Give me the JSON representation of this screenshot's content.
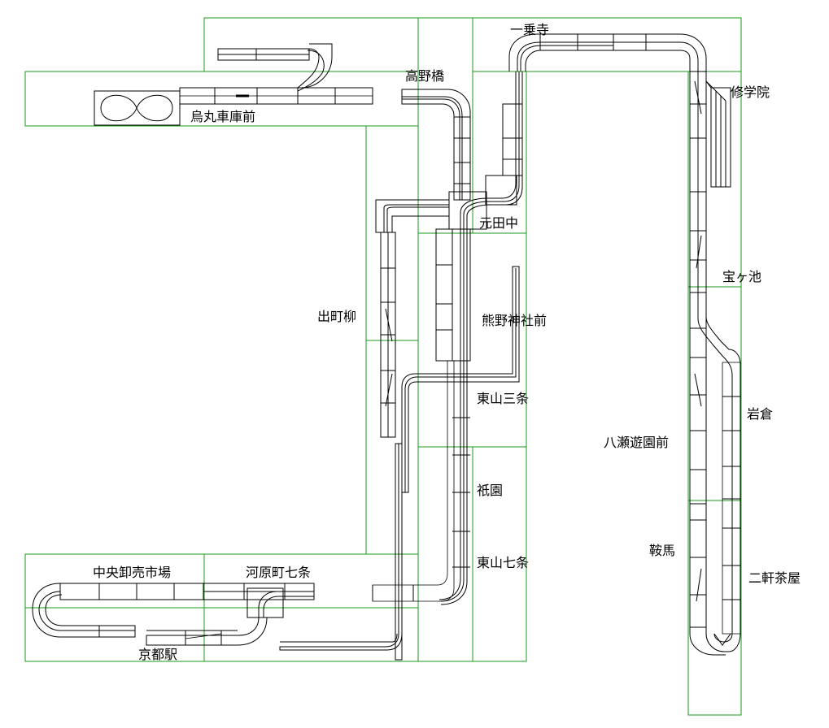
{
  "stations": {
    "karasuma_depot": "烏丸車庫前",
    "takano_bridge": "高野橋",
    "ichijoji": "一乗寺",
    "shugakuin": "修学院",
    "motodanaka": "元田中",
    "takaragaike": "宝ヶ池",
    "demachiyanagi": "出町柳",
    "kumano_jinja": "熊野神社前",
    "higashiyama_sanjo": "東山三条",
    "iwakura": "岩倉",
    "yase_yuen": "八瀬遊園前",
    "gion": "祇園",
    "kurama": "鞍馬",
    "higashiyama_shichijo": "東山七条",
    "nikenchaya": "二軒茶屋",
    "chuo_oroshiuri": "中央卸売市場",
    "kawaramachi_shichijo": "河原町七条",
    "kyoto_station": "京都駅"
  },
  "colors": {
    "module_border": "#1a9a1a",
    "track": "#000000",
    "board": "#000000"
  }
}
